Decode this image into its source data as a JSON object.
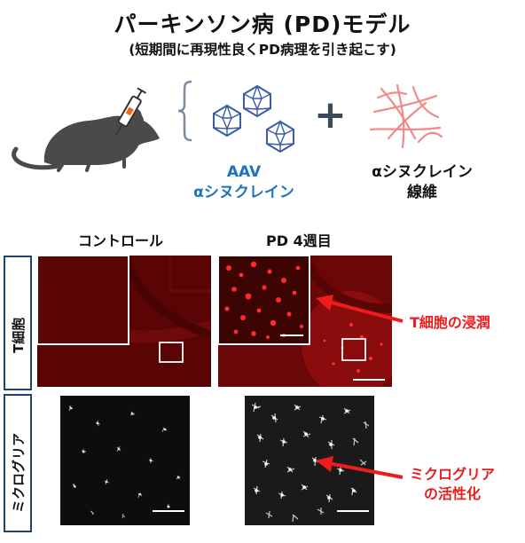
{
  "header": {
    "title": "パーキンソン病 (PD)モデル",
    "subtitle": "(短期間に再現性良くPD病理を引き起こす)"
  },
  "schematic": {
    "aav_label_line1": "AAV",
    "aav_label_line2": "αシヌクレイン",
    "plus_sign": "+",
    "fiber_label_line1": "αシヌクレイン",
    "fiber_label_line2": "線維",
    "colors": {
      "aav": "#1e73be",
      "virus": "#3b5ba8",
      "fiber": "#f08a8a",
      "mouse": "#4a4a4a",
      "syringe_plunger": "#e8701a"
    }
  },
  "columns": {
    "control": "コントロール",
    "pd": "PD 4週目"
  },
  "rows": {
    "t_cell": "T細胞",
    "microglia": "ミクログリア"
  },
  "annotations": {
    "t_cell_infiltration": "T細胞の浸潤",
    "microglia_activation_line1": "ミクログリア",
    "microglia_activation_line2": "の活性化",
    "arrow_color": "#ee1c1c"
  }
}
